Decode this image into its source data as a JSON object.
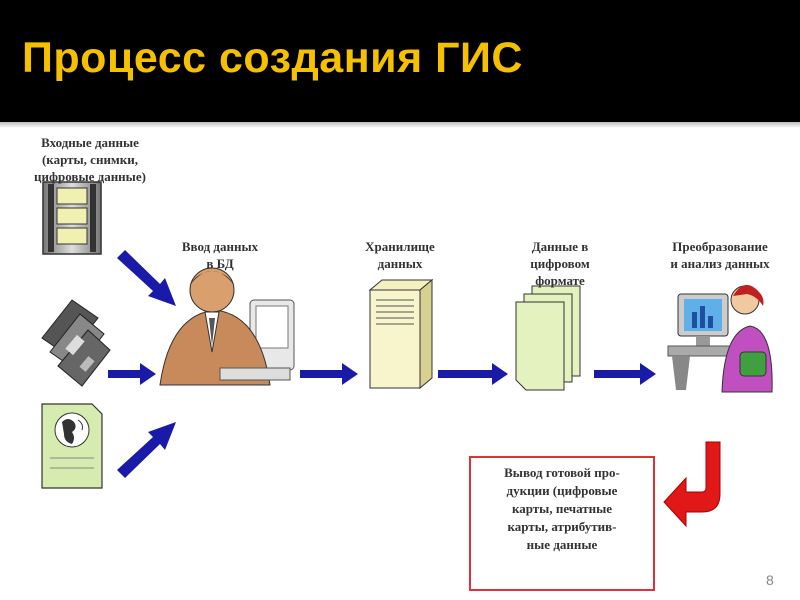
{
  "slide": {
    "title": "Процесс создания ГИС",
    "page_number": "8"
  },
  "labels": {
    "input_data": "Входные данные\n(карты, снимки,\nцифровые данные)",
    "data_entry": "Ввод данных\nв БД",
    "storage": "Хранилище\nданных",
    "digital_data": "Данные в\nцифровом\nформате",
    "transform": "Преобразование\nи анализ данных",
    "output": "Вывод готовой про-\nдукции (цифровые\nкарты, печатные\nкарты, атрибутив-\nные данные"
  },
  "colors": {
    "title_text": "#f5c000",
    "title_bar": "#000000",
    "arrow_blue": "#1a1aa8",
    "return_arrow_red": "#e01818",
    "output_border": "#e0303a"
  }
}
